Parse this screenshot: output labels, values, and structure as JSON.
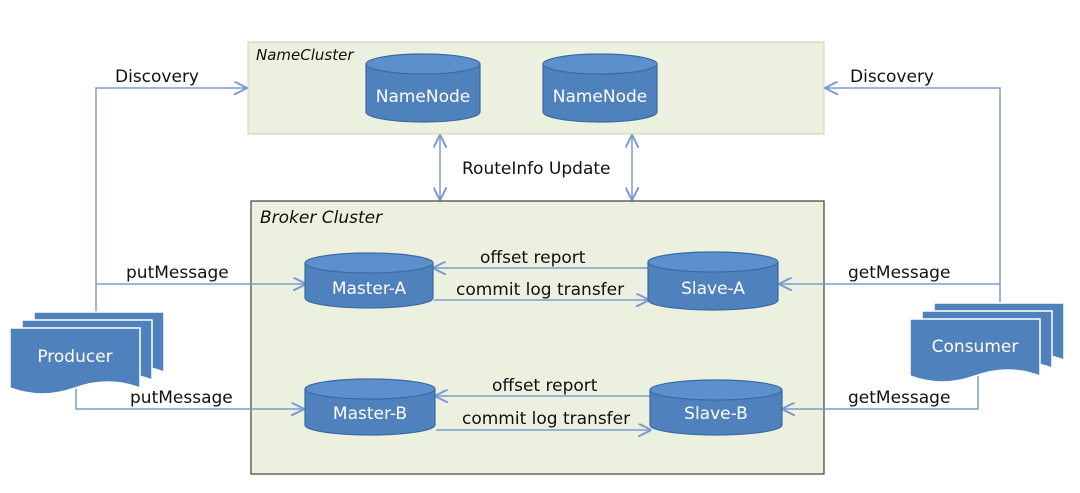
{
  "clusters": {
    "name_cluster": {
      "label": "NameCluster"
    },
    "broker_cluster": {
      "label": "Broker Cluster"
    }
  },
  "nodes": {
    "namenode_1": "NameNode",
    "namenode_2": "NameNode",
    "master_a": "Master-A",
    "slave_a": "Slave-A",
    "master_b": "Master-B",
    "slave_b": "Slave-B",
    "producer": "Producer",
    "consumer": "Consumer"
  },
  "edges": {
    "discovery_producer": "Discovery",
    "discovery_consumer": "Discovery",
    "route_update": "RouteInfo Update",
    "put_a": "putMessage",
    "put_b": "putMessage",
    "get_a": "getMessage",
    "get_b": "getMessage",
    "offset_a": "offset report",
    "commit_a": "commit log transfer",
    "offset_b": "offset report",
    "commit_b": "commit log transfer"
  },
  "colors": {
    "node_fill": "#4f81bd",
    "node_stroke": "#3b6aa3",
    "node_top": "#5d8fcc",
    "cluster_fill": "#ebf1de",
    "name_cluster_stroke": "#c6d3ad",
    "broker_cluster_stroke": "#3f3f3f",
    "edge": "#7d9bd0"
  }
}
